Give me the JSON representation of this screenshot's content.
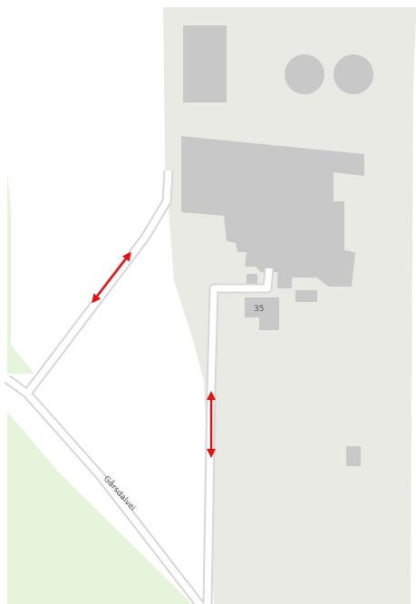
{
  "map": {
    "colors": {
      "background": "#ffffff",
      "industrial_area": "#eaeae5",
      "green_area": "#e6f4dc",
      "building": "#c8c8c8",
      "road_fill": "#ffffff",
      "road_casing": "#d7d7d7",
      "arrow": "#e01414",
      "label_text": "#555555"
    },
    "labels": {
      "house_number": "35",
      "road_name": "Gårsdalvei"
    },
    "markers": {
      "marker_icon": "double-headed-arrow-icon",
      "count": 2
    }
  }
}
